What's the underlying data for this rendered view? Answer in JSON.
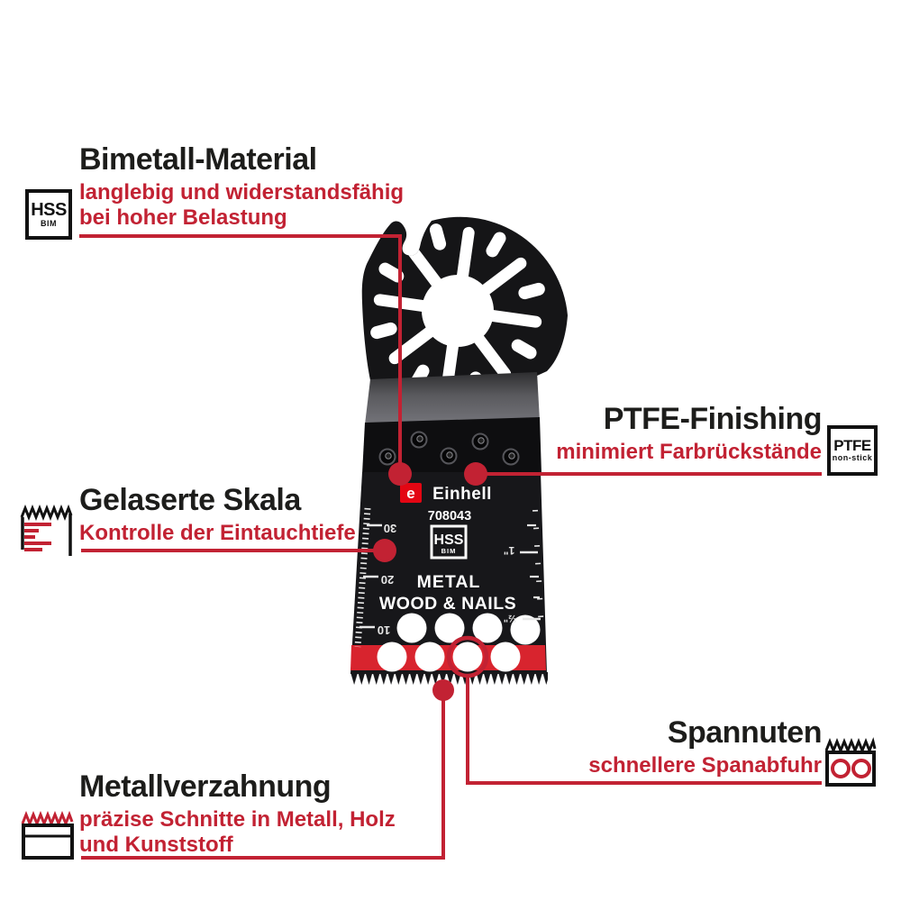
{
  "colors": {
    "accent_red": "#c22233",
    "blade_stripe_red": "#d8242e",
    "einhell_red": "#e30613",
    "heading_black": "#1d1d1b",
    "blade_black": "#17171a"
  },
  "callouts": {
    "bimetall": {
      "title": "Bimetall-Material",
      "desc1": "langlebig und widerstandsfähig",
      "desc2": "bei hoher Belastung",
      "badge_big": "HSS",
      "badge_small": "BIM"
    },
    "ptfe": {
      "title": "PTFE-Finishing",
      "desc": "minimiert Farbrückstände",
      "badge_big": "PTFE",
      "badge_small": "non-stick"
    },
    "skala": {
      "title": "Gelaserte Skala",
      "desc": "Kontrolle der Eintauchtiefe"
    },
    "spannuten": {
      "title": "Spannuten",
      "desc": "schnellere Spanabfuhr"
    },
    "verzahnung": {
      "title": "Metallverzahnung",
      "desc1": "präzise Schnitte in Metall, Holz",
      "desc2": "und Kunststoff"
    }
  },
  "blade": {
    "brand": "Einhell",
    "brand_initial": "e",
    "model": "708043",
    "badge_big": "HSS",
    "badge_small": "BIM",
    "material1": "METAL",
    "material2": "WOOD & NAILS",
    "scale_marks": [
      "30",
      "20",
      "10"
    ],
    "imperial_marks": [
      "1\"",
      "½\""
    ]
  },
  "icons": {
    "bimetall": "hss-bim-badge",
    "ptfe": "ptfe-non-stick-badge",
    "skala": "laser-scale-icon",
    "spannuten": "chip-flute-icon",
    "verzahnung": "metal-teeth-icon"
  }
}
